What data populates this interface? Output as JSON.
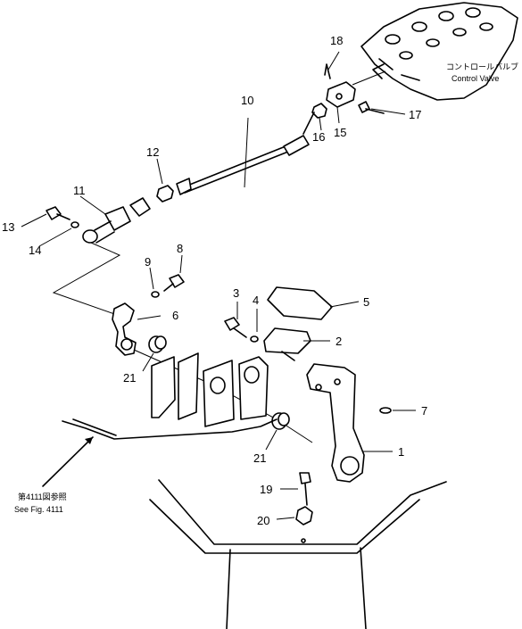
{
  "callouts": [
    {
      "id": "1",
      "text": "1"
    },
    {
      "id": "2",
      "text": "2"
    },
    {
      "id": "3",
      "text": "3"
    },
    {
      "id": "4",
      "text": "4"
    },
    {
      "id": "5",
      "text": "5"
    },
    {
      "id": "6",
      "text": "6"
    },
    {
      "id": "7",
      "text": "7"
    },
    {
      "id": "8",
      "text": "8"
    },
    {
      "id": "9",
      "text": "9"
    },
    {
      "id": "10",
      "text": "10"
    },
    {
      "id": "11",
      "text": "11"
    },
    {
      "id": "12",
      "text": "12"
    },
    {
      "id": "13",
      "text": "13"
    },
    {
      "id": "14",
      "text": "14"
    },
    {
      "id": "15",
      "text": "15"
    },
    {
      "id": "16",
      "text": "16"
    },
    {
      "id": "17",
      "text": "17"
    },
    {
      "id": "18",
      "text": "18"
    },
    {
      "id": "19",
      "text": "19"
    },
    {
      "id": "20",
      "text": "20"
    },
    {
      "id": "21a",
      "text": "21"
    },
    {
      "id": "21b",
      "text": "21"
    }
  ],
  "control_valve": {
    "label_jp": "コントロールバルブ",
    "label_en": "Control Valve"
  },
  "reference": {
    "label_jp": "第4111図参照",
    "label_en": "See Fig. 4111"
  }
}
